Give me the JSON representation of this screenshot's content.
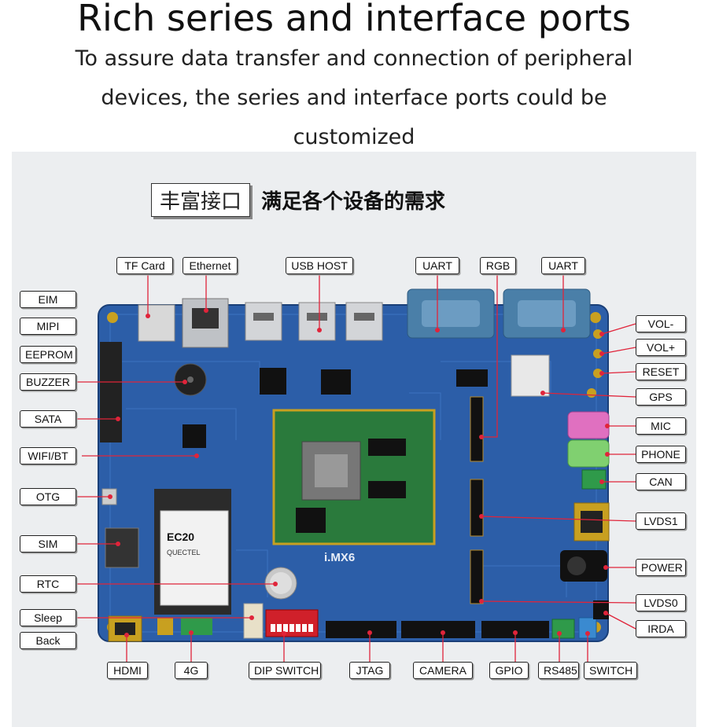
{
  "header": {
    "title": "Rich series and interface ports",
    "subtitle_lines": [
      "To assure data transfer and connection of peripheral",
      "devices, the series and interface ports could be",
      "customized"
    ]
  },
  "banner": {
    "boxed": "丰富接口",
    "text": "满足各个设备的需求"
  },
  "board_text": {
    "chip_model": "EC20",
    "brand": "QUECTEL",
    "board_name": "i.MX6"
  },
  "labels": {
    "tf_card": "TF Card",
    "ethernet": "Ethernet",
    "usb_host": "USB HOST",
    "uart_1": "UART",
    "rgb": "RGB",
    "uart_2": "UART",
    "eim": "EIM",
    "mipi": "MIPI",
    "eeprom": "EEPROM",
    "buzzer": "BUZZER",
    "sata": "SATA",
    "wifi_bt": "WIFI/BT",
    "otg": "OTG",
    "sim": "SIM",
    "rtc": "RTC",
    "sleep": "Sleep",
    "back": "Back",
    "vol_minus": "VOL-",
    "vol_plus": "VOL+",
    "reset": "RESET",
    "gps": "GPS",
    "mic": "MIC",
    "phone": "PHONE",
    "can": "CAN",
    "lvds1": "LVDS1",
    "power": "POWER",
    "lvds0": "LVDS0",
    "irda": "IRDA",
    "hdmi": "HDMI",
    "fourg": "4G",
    "dip_switch": "DIP SWITCH",
    "jtag": "JTAG",
    "camera": "CAMERA",
    "gpio": "GPIO",
    "rs485": "RS485",
    "switch": "SWITCH"
  },
  "colors": {
    "board": "#2c5ea8",
    "board_dark": "#1f4a8c",
    "leader": "#e0243a",
    "gold": "#c8a020"
  }
}
